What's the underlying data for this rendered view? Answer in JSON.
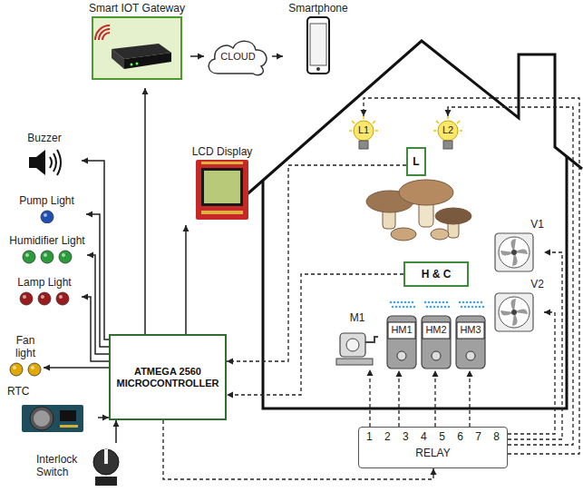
{
  "diagram": {
    "nodes": [
      {
        "text": [
          "Smart IOT Gateway"
        ]
      },
      {
        "text": [
          "CLOUD"
        ]
      },
      {
        "text": [
          "Smartphone"
        ]
      },
      {
        "text": [
          "Buzzer"
        ]
      },
      {
        "text": [
          "LCD Display"
        ]
      },
      {
        "text": [
          "Pump Light"
        ]
      },
      {
        "text": [
          "Humidifier Light"
        ]
      },
      {
        "text": [
          "Lamp Light"
        ]
      },
      {
        "text": [
          "Fan light"
        ]
      },
      {
        "text": [
          "ATMEGA 2560 MICROCONTROLLER"
        ]
      },
      {
        "text": [
          "RTC"
        ]
      },
      {
        "text": [
          "Interlock Switch"
        ]
      },
      {
        "text": [
          "L1"
        ]
      },
      {
        "text": [
          "L2"
        ]
      },
      {
        "text": [
          "L"
        ]
      },
      {
        "text": [
          "H & C"
        ]
      },
      {
        "text": [
          "M1"
        ]
      },
      {
        "text": [
          "HM1"
        ]
      },
      {
        "text": [
          "HM2"
        ]
      },
      {
        "text": [
          "HM3"
        ]
      },
      {
        "text": [
          "V1"
        ]
      },
      {
        "text": [
          "V2"
        ]
      },
      {
        "text": [
          "1",
          "2",
          "3",
          "4",
          "5",
          "6",
          "7",
          "8",
          "RELAY"
        ]
      }
    ],
    "edges": [
      {
        "from": 9,
        "to": 0,
        "arrow": "to"
      },
      {
        "from": 0,
        "to": 1,
        "arrow": "to"
      },
      {
        "from": 1,
        "to": 2,
        "arrow": "to"
      },
      {
        "from": 9,
        "to": 3,
        "arrow": "to"
      },
      {
        "from": 9,
        "to": 4,
        "arrow": "to"
      },
      {
        "from": 9,
        "to": 5,
        "arrow": "to"
      },
      {
        "from": 9,
        "to": 6,
        "arrow": "to"
      },
      {
        "from": 9,
        "to": 7,
        "arrow": "to"
      },
      {
        "from": 9,
        "to": 8,
        "arrow": "to"
      },
      {
        "from": 10,
        "to": 9,
        "arrow": "to"
      },
      {
        "from": 11,
        "to": 9,
        "arrow": "to"
      },
      {
        "from": 9,
        "to": 22,
        "arrow": "to"
      },
      {
        "from": 14,
        "to": 9,
        "arrow": "to"
      },
      {
        "from": 15,
        "to": 9,
        "arrow": "to"
      },
      {
        "from": 22,
        "to": 16,
        "arrow": "to"
      },
      {
        "from": 22,
        "to": 17,
        "arrow": "to"
      },
      {
        "from": 22,
        "to": 18,
        "arrow": "to"
      },
      {
        "from": 22,
        "to": 19,
        "arrow": "to"
      },
      {
        "from": 22,
        "to": 20,
        "arrow": "to"
      },
      {
        "from": 22,
        "to": 21,
        "arrow": "to"
      },
      {
        "from": 22,
        "to": 12,
        "arrow": "to"
      },
      {
        "from": 22,
        "to": 13,
        "arrow": "to"
      }
    ]
  }
}
